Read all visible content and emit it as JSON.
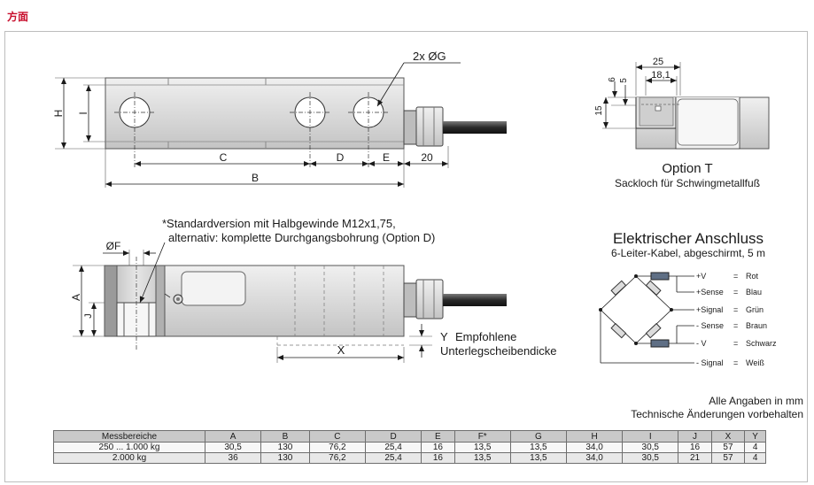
{
  "heading": "方面",
  "top_view": {
    "holes_label": "2x ØG",
    "dims": {
      "H": "H",
      "I": "I",
      "C": "C",
      "D": "D",
      "E": "E",
      "cable": "20",
      "B": "B"
    }
  },
  "option_t": {
    "dims": {
      "w25": "25",
      "w18": "18,1",
      "h6": "6",
      "h5": "5",
      "h15": "15"
    },
    "title": "Option T",
    "subtitle": "Sackloch für Schwingmetallfuß"
  },
  "side_view": {
    "note_line1": "*Standardversion mit Halbgewinde M12x1,75,",
    "note_line2": "alternativ: komplette Durchgangsbohrung (Option D)",
    "dims": {
      "F": "ØF",
      "A": "A",
      "J": "J",
      "X": "X",
      "Y": "Y"
    },
    "washer_line1": "Empfohlene",
    "washer_line2": "Unterlegscheibendicke"
  },
  "connection": {
    "title": "Elektrischer Anschluss",
    "subtitle": "6-Leiter-Kabel, abgeschirmt, 5 m",
    "wires": [
      {
        "name": "+V",
        "color": "Rot"
      },
      {
        "name": "+Sense",
        "color": "Blau"
      },
      {
        "name": "+Signal",
        "color": "Grün"
      },
      {
        "name": "- Sense",
        "color": "Braun"
      },
      {
        "name": "- V",
        "color": "Schwarz"
      },
      {
        "name": "- Signal",
        "color": "Weiß"
      }
    ],
    "eq": "="
  },
  "notes": {
    "line1": "Alle Angaben in mm",
    "line2": "Technische Änderungen vorbehalten"
  },
  "table": {
    "headers": [
      "Messbereiche",
      "A",
      "B",
      "C",
      "D",
      "E",
      "F*",
      "G",
      "H",
      "I",
      "J",
      "X",
      "Y"
    ],
    "rows": [
      [
        "250 ... 1.000 kg",
        "30,5",
        "130",
        "76,2",
        "25,4",
        "16",
        "13,5",
        "13,5",
        "34,0",
        "30,5",
        "16",
        "57",
        "4"
      ],
      [
        "2.000 kg",
        "36",
        "130",
        "76,2",
        "25,4",
        "16",
        "13,5",
        "13,5",
        "34,0",
        "30,5",
        "21",
        "57",
        "4"
      ]
    ]
  }
}
